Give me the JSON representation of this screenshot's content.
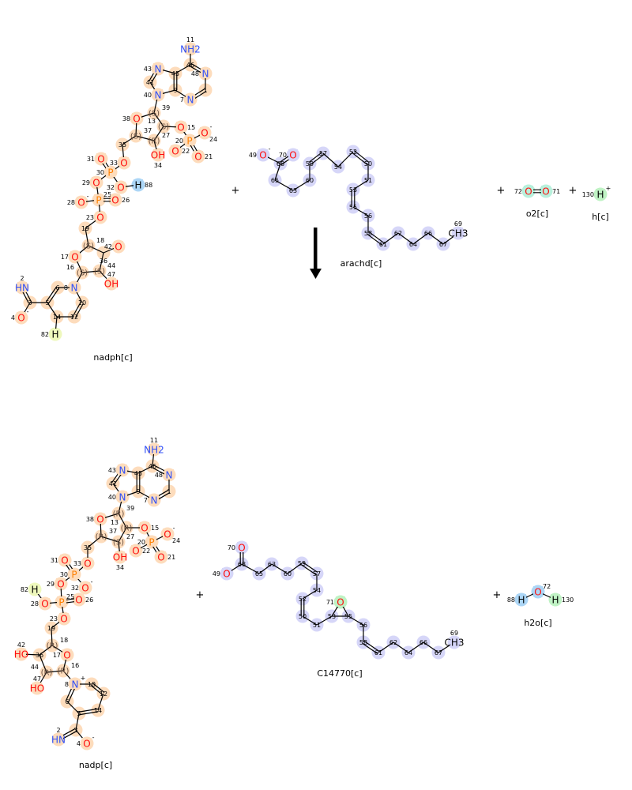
{
  "colors": {
    "O": "#ff0d0d",
    "N": "#3050f8",
    "P": "#ff8000",
    "H": "#000000",
    "C": "#000000",
    "hl_nad": "#fddcbc",
    "hl_fa": "#d6d6f8",
    "hl_green": "#bff2c4",
    "hl_blue": "#acd6f6",
    "hl_yellow": "#eef8bc",
    "hl_cyan": "#b8f0dc"
  },
  "reaction": {
    "plus": "+",
    "arrow": "reaction-arrow-down"
  },
  "molecules": {
    "nadph": {
      "label": "nadph[c]",
      "atoms": [
        [
          "11",
          "NH2",
          ""
        ],
        [
          "46",
          "",
          ""
        ],
        [
          "48",
          "N",
          ""
        ],
        [
          "1",
          "",
          ""
        ],
        [
          "7",
          "N",
          ""
        ],
        [
          "9",
          "",
          ""
        ],
        [
          "45",
          "",
          ""
        ],
        [
          "43",
          "N",
          ""
        ],
        [
          "41",
          "",
          ""
        ],
        [
          "40",
          "N",
          ""
        ],
        [
          "39",
          "(S)",
          ""
        ],
        [
          "38",
          "O",
          ""
        ],
        [
          "13",
          "(S)",
          ""
        ],
        [
          "15",
          "O",
          ""
        ],
        [
          "37",
          "(S)",
          ""
        ],
        [
          "27",
          "(R)",
          ""
        ],
        [
          "20",
          "P",
          ""
        ],
        [
          "24",
          "O",
          "-"
        ],
        [
          "22",
          "O",
          ""
        ],
        [
          "21",
          "O",
          ""
        ],
        [
          "34",
          "OH",
          ""
        ],
        [
          "35",
          "",
          ""
        ],
        [
          "33",
          "O",
          ""
        ],
        [
          "31",
          "O",
          ""
        ],
        [
          "30",
          "P",
          ""
        ],
        [
          "29",
          "O",
          ""
        ],
        [
          "32",
          "O",
          ""
        ],
        [
          "88",
          "H",
          ""
        ],
        [
          "25",
          "P",
          ""
        ],
        [
          "28",
          "O",
          "-"
        ],
        [
          "26",
          "O",
          ""
        ],
        [
          "23",
          "O",
          ""
        ],
        [
          "19",
          "",
          ""
        ],
        [
          "18",
          "(S)",
          ""
        ],
        [
          "42",
          "O",
          ""
        ],
        [
          "36",
          "",
          ""
        ],
        [
          "17",
          "O",
          ""
        ],
        [
          "16",
          "(S)",
          ""
        ],
        [
          "44",
          "(S)",
          ""
        ],
        [
          "47",
          "OH",
          ""
        ],
        [
          "8",
          "N",
          ""
        ],
        [
          "6",
          "",
          ""
        ],
        [
          "10",
          "",
          ""
        ],
        [
          "12",
          "",
          ""
        ],
        [
          "14",
          "",
          ""
        ],
        [
          "5",
          "",
          ""
        ],
        [
          "3",
          "",
          ""
        ],
        [
          "2",
          "HN",
          ""
        ],
        [
          "4",
          "O",
          "-"
        ],
        [
          "82",
          "H",
          ""
        ]
      ]
    },
    "arachd": {
      "label": "arachd[c]",
      "atoms": [
        [
          "49",
          "O",
          "-"
        ],
        [
          "68",
          "",
          ""
        ],
        [
          "70",
          "O",
          ""
        ],
        [
          "65",
          "",
          ""
        ],
        [
          "63",
          "",
          ""
        ],
        [
          "60",
          "",
          ""
        ],
        [
          "59",
          "",
          ""
        ],
        [
          "57",
          "",
          ""
        ],
        [
          "54",
          "",
          ""
        ],
        [
          "52",
          "",
          ""
        ],
        [
          "50",
          "",
          ""
        ],
        [
          "51",
          "",
          ""
        ],
        [
          "53",
          "",
          ""
        ],
        [
          "55",
          "",
          ""
        ],
        [
          "56",
          "",
          ""
        ],
        [
          "58",
          "",
          ""
        ],
        [
          "61",
          "",
          ""
        ],
        [
          "62",
          "",
          ""
        ],
        [
          "64",
          "",
          ""
        ],
        [
          "66",
          "",
          ""
        ],
        [
          "67",
          "",
          ""
        ],
        [
          "69",
          "CH3",
          ""
        ]
      ]
    },
    "o2": {
      "label": "o2[c]",
      "atoms": [
        [
          "72",
          "O",
          ""
        ],
        [
          "71",
          "O",
          ""
        ]
      ]
    },
    "h": {
      "label": "h[c]",
      "atoms": [
        [
          "130",
          "H",
          "+"
        ]
      ]
    },
    "nadp": {
      "label": "nadp[c]",
      "atoms": [
        [
          "11",
          "NH2",
          ""
        ],
        [
          "46",
          "",
          ""
        ],
        [
          "48",
          "N",
          ""
        ],
        [
          "1",
          "",
          ""
        ],
        [
          "7",
          "N",
          ""
        ],
        [
          "9",
          "",
          ""
        ],
        [
          "45",
          "",
          ""
        ],
        [
          "43",
          "N",
          ""
        ],
        [
          "41",
          "",
          ""
        ],
        [
          "40",
          "N",
          ""
        ],
        [
          "39",
          "(R)",
          ""
        ],
        [
          "38",
          "O",
          ""
        ],
        [
          "13",
          "(R)",
          ""
        ],
        [
          "15",
          "O",
          ""
        ],
        [
          "37",
          "(R)",
          ""
        ],
        [
          "27",
          "(S)",
          ""
        ],
        [
          "20",
          "P",
          ""
        ],
        [
          "24",
          "O",
          "-"
        ],
        [
          "22",
          "O",
          ""
        ],
        [
          "21",
          "O",
          ""
        ],
        [
          "34",
          "OH",
          ""
        ],
        [
          "35",
          "",
          ""
        ],
        [
          "33",
          "O",
          ""
        ],
        [
          "31",
          "O",
          ""
        ],
        [
          "30",
          "P",
          ""
        ],
        [
          "29",
          "O",
          ""
        ],
        [
          "32",
          "O",
          "-"
        ],
        [
          "25",
          "P",
          ""
        ],
        [
          "28",
          "O",
          ""
        ],
        [
          "82",
          "H",
          ""
        ],
        [
          "26",
          "O",
          ""
        ],
        [
          "23",
          "O",
          ""
        ],
        [
          "19",
          "",
          ""
        ],
        [
          "18",
          "(R)",
          ""
        ],
        [
          "36",
          "",
          ""
        ],
        [
          "42",
          "HO",
          ""
        ],
        [
          "17",
          "O",
          ""
        ],
        [
          "16",
          "(R)",
          ""
        ],
        [
          "44",
          "(R)",
          ""
        ],
        [
          "47",
          "HO",
          ""
        ],
        [
          "8",
          "N",
          "+"
        ],
        [
          "10",
          "",
          ""
        ],
        [
          "12",
          "",
          ""
        ],
        [
          "14",
          "",
          ""
        ],
        [
          "5",
          "",
          ""
        ],
        [
          "6",
          "",
          ""
        ],
        [
          "3",
          "",
          ""
        ],
        [
          "2",
          "HN",
          ""
        ],
        [
          "4",
          "O",
          "-"
        ]
      ]
    },
    "c14770": {
      "label": "C14770[c]",
      "atoms": [
        [
          "70",
          "O",
          ""
        ],
        [
          "68",
          "",
          ""
        ],
        [
          "49",
          "O",
          ""
        ],
        [
          "65",
          "",
          ""
        ],
        [
          "63",
          "",
          ""
        ],
        [
          "60",
          "",
          ""
        ],
        [
          "59",
          "",
          ""
        ],
        [
          "57",
          "",
          ""
        ],
        [
          "54",
          "",
          ""
        ],
        [
          "52",
          "",
          ""
        ],
        [
          "50",
          "",
          ""
        ],
        [
          "51",
          "",
          ""
        ],
        [
          "53",
          "",
          ""
        ],
        [
          "71",
          "O",
          ""
        ],
        [
          "55",
          "",
          ""
        ],
        [
          "56",
          "",
          ""
        ],
        [
          "58",
          "",
          ""
        ],
        [
          "61",
          "",
          ""
        ],
        [
          "62",
          "",
          ""
        ],
        [
          "64",
          "",
          ""
        ],
        [
          "66",
          "",
          ""
        ],
        [
          "67",
          "",
          ""
        ],
        [
          "69",
          "CH3",
          ""
        ]
      ]
    },
    "h2o": {
      "label": "h2o[c]",
      "atoms": [
        [
          "88",
          "H",
          ""
        ],
        [
          "72",
          "O",
          ""
        ],
        [
          "130",
          "H",
          ""
        ]
      ]
    }
  }
}
